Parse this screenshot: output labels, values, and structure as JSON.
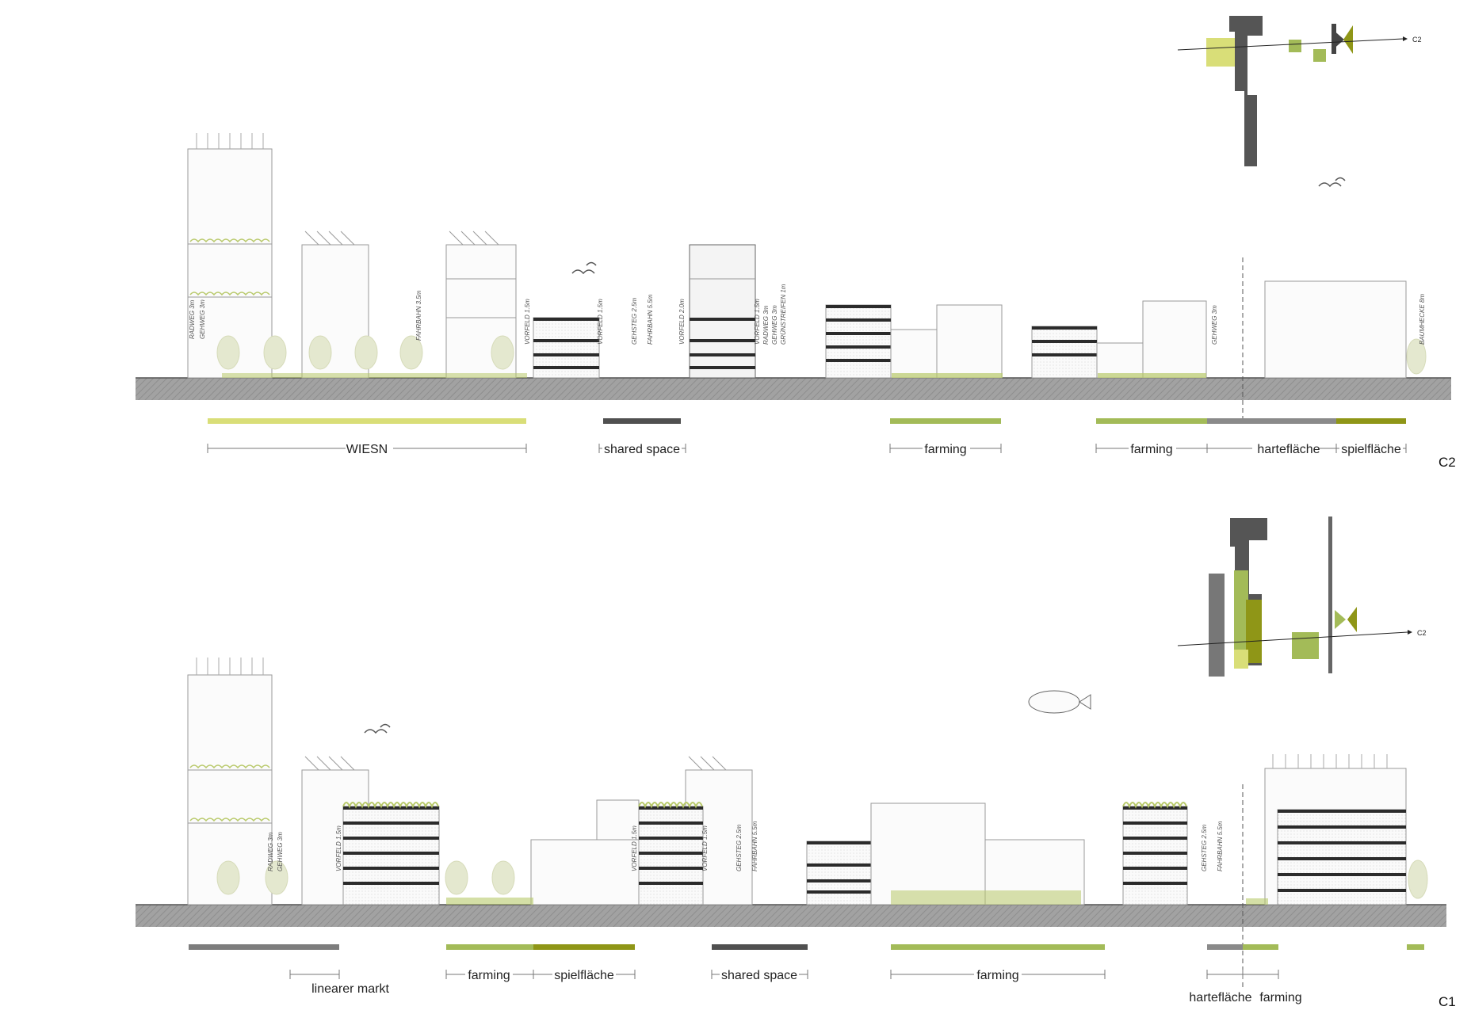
{
  "sections": {
    "c2": {
      "id": "C2",
      "key_label": "C2",
      "vertical_labels": [
        "RADWEG 3m",
        "GEHWEG 3m",
        "FAHRBAHN 3.5m",
        "VORFELD 1.5m",
        "VORFELD 1.5m",
        "GEHSTEG 2.5m",
        "FAHRBAHN 5.5m",
        "VORFELD 2.0m",
        "VORFELD 1.5m",
        "RADWEG 3m",
        "GEHWEG 3m",
        "GRÜNSTREIFEN 1m",
        "GEHWEG 3m",
        "BAUMHECKE 8m"
      ],
      "zones": [
        {
          "label": "WIESN",
          "color": "#d9de78"
        },
        {
          "label": "shared space",
          "color": "#505050"
        },
        {
          "label": "farming",
          "color": "#a3bb58"
        },
        {
          "label": "farming",
          "color": "#a3bb58"
        },
        {
          "label": "hartefläche",
          "color": "#8a8a8a"
        },
        {
          "label": "spielfläche",
          "color": "#8f9617"
        }
      ]
    },
    "c1": {
      "id": "C1",
      "key_label": "C2",
      "vertical_labels": [
        "RADWEG 3m",
        "GEHWEG 3m",
        "VORFELD 1.5m",
        "VORFELD 1.5m",
        "VORFELD 1.5m",
        "GEHSTEG 2.5m",
        "FAHRBAHN 5.5m",
        "GEHSTEG 2.5m",
        "FAHRBAHN 5.5m"
      ],
      "zones": [
        {
          "label": "linearer markt",
          "color": "#7d7d7d"
        },
        {
          "label": "farming",
          "color": "#a3bb58"
        },
        {
          "label": "spielfläche",
          "color": "#8f9617"
        },
        {
          "label": "shared space",
          "color": "#505050"
        },
        {
          "label": "farming",
          "color": "#a3bb58"
        },
        {
          "label": "hartefläche",
          "color": "#8a8a8a"
        },
        {
          "label": "farming",
          "color": "#a3bb58"
        }
      ]
    }
  },
  "colors": {
    "ground": "#9b9b9b",
    "building_outline": "#9a9a9a",
    "slab_dark": "#2b2b2b",
    "grass": "#b8c96a",
    "tree": "#e4e8cf"
  }
}
